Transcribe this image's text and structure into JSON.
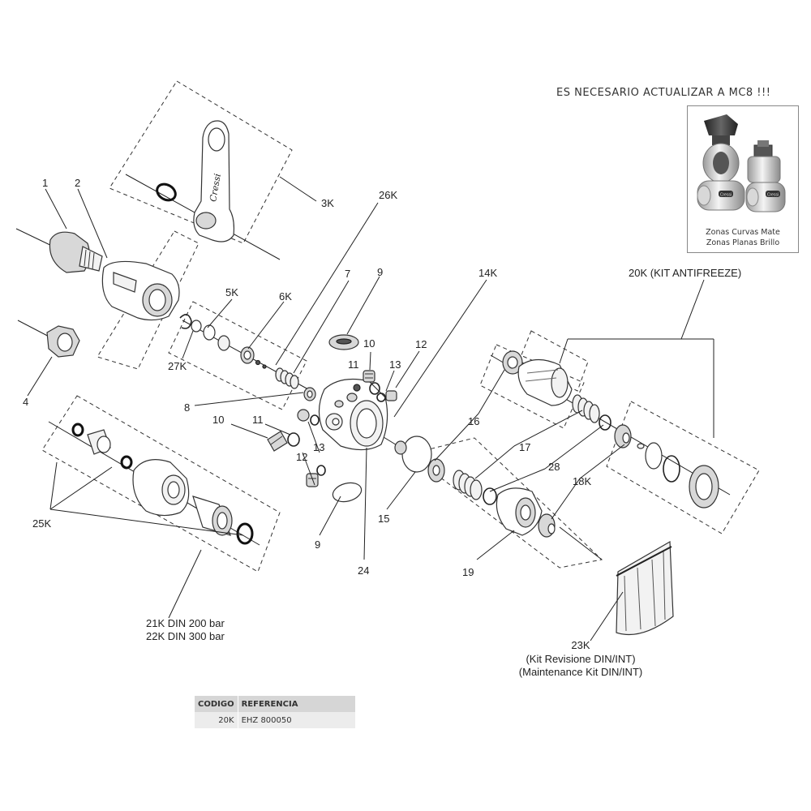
{
  "update_note": "ES NECESARIO ACTUALIZAR A MC8 !!!",
  "photo": {
    "caption_line1": "Zonas Curvas Mate",
    "caption_line2": "Zonas Planas Brillo",
    "brand_mark": "Cressi"
  },
  "callouts": {
    "p1": "1",
    "p2": "2",
    "p3k": "3K",
    "p4": "4",
    "p5k": "5K",
    "p6k": "6K",
    "p7": "7",
    "p8": "8",
    "p9_top": "9",
    "p9_bottom": "9",
    "p10_right": "10",
    "p10_left": "10",
    "p11_right": "11",
    "p11_left": "11",
    "p12_right": "12",
    "p12_left": "12",
    "p13_right": "13",
    "p13_left": "13",
    "p14k": "14K",
    "p15": "15",
    "p16": "16",
    "p17": "17",
    "p18k": "18K",
    "p19": "19",
    "p24": "24",
    "p25k": "25K",
    "p26k": "26K",
    "p27k": "27K",
    "p28": "28"
  },
  "kit_antifreeze": "20K (KIT ANTIFREEZE)",
  "din_kits": [
    "21K  DIN 200 bar",
    "22K  DIN 300 bar"
  ],
  "maintenance_kit": [
    "23K",
    "(Kit Revisione DIN/INT)",
    "(Maintenance Kit DIN/INT)"
  ],
  "yoke_brand": "Cressi",
  "table": {
    "headers": [
      "CODIGO",
      "REFERENCIA"
    ],
    "rows": [
      [
        "20K",
        "EHZ 800050"
      ]
    ]
  }
}
